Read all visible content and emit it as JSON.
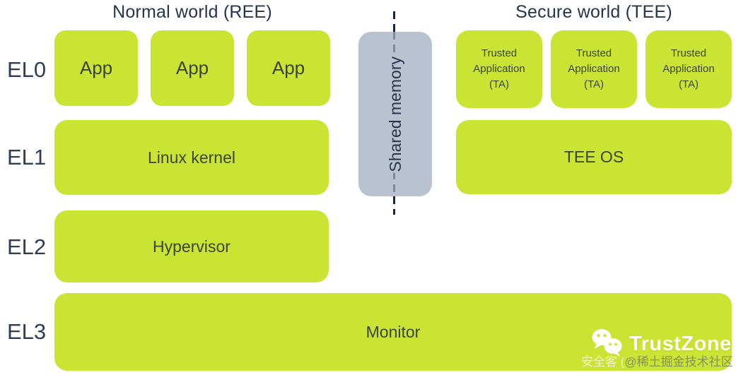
{
  "titles": {
    "normal": "Normal world (REE)",
    "secure": "Secure world (TEE)"
  },
  "el_labels": [
    "EL0",
    "EL1",
    "EL2",
    "EL3"
  ],
  "normal_world": {
    "apps": [
      "App",
      "App",
      "App"
    ],
    "el1_label": "Linux kernel",
    "el2_label": "Hypervisor"
  },
  "secure_world": {
    "tas": [
      "Trusted Application (TA)",
      "Trusted Application (TA)",
      "Trusted Application (TA)"
    ],
    "el1_label": "TEE OS"
  },
  "shared_memory": {
    "label": "Shared memory"
  },
  "monitor": {
    "label": "Monitor"
  },
  "watermark": {
    "icon": "wechat-icon",
    "brand": "TrustZone",
    "subtitle_left": "安全客 (",
    "subtitle_right": "@稀土掘金技术社区"
  },
  "colors": {
    "box_green": "#c9e432",
    "shared_gray": "#b8c2d1",
    "title_navy": "#26344d",
    "el_navy": "#2f3e55",
    "box_text": "#3c442e",
    "dash_dark": "#1c2536",
    "dash_muted": "#7f8aa0"
  }
}
